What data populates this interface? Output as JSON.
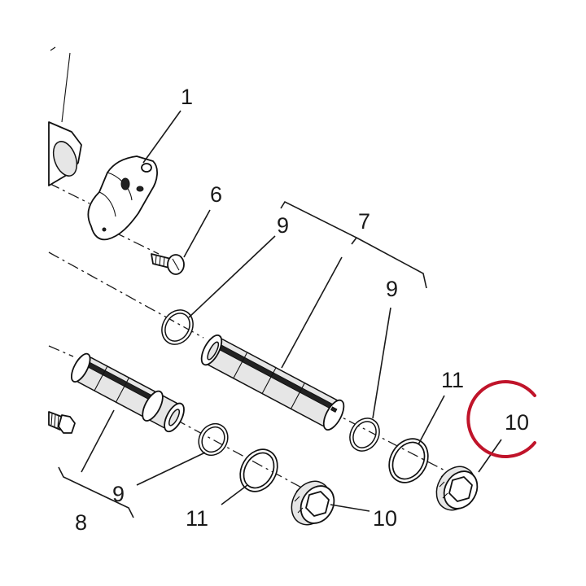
{
  "diagram": {
    "callouts": {
      "c1": "1",
      "c6": "6",
      "c7": "7",
      "c9a": "9",
      "c9b": "9",
      "c9c": "9",
      "c11a": "11",
      "c11b": "11",
      "c10a": "10",
      "c10b": "10",
      "c8": "8"
    },
    "highlight_color": "#c0142a",
    "highlighted_callout": "10"
  }
}
